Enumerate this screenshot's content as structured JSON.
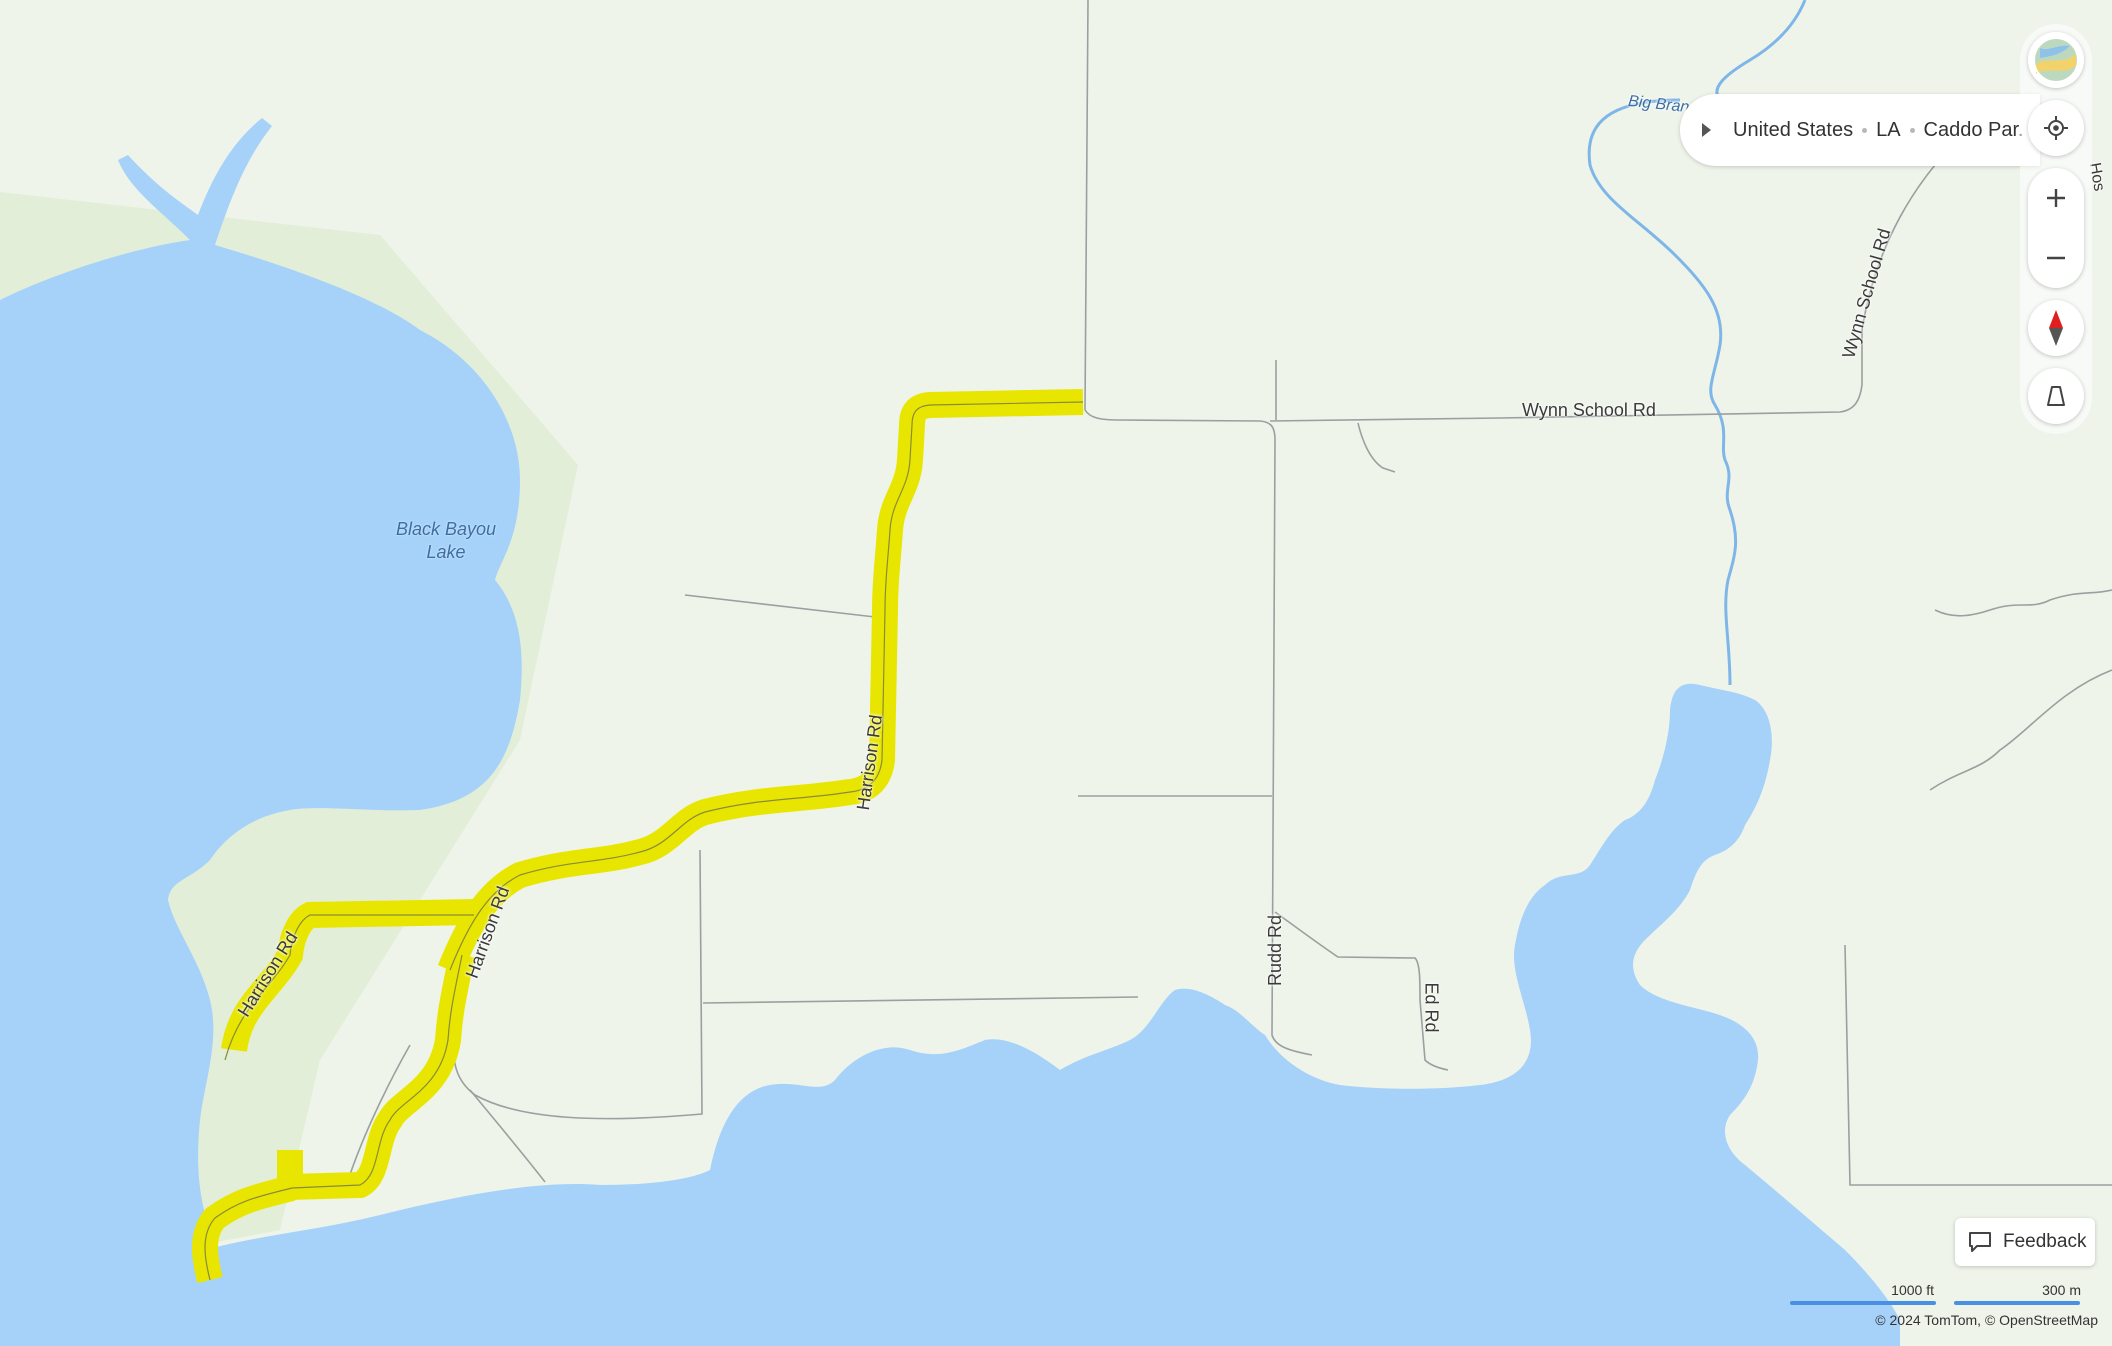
{
  "breadcrumb": {
    "country": "United States",
    "state": "LA",
    "parish": "Caddo Par."
  },
  "labels": {
    "lake": "Black Bayou Lake",
    "stream": "Big Bran",
    "edge_road": "Hos",
    "wynn_school_rd": "Wynn School Rd",
    "wynn_school_rd_north": "Wynn School Rd",
    "harrison_rd_1": "Harrison Rd",
    "harrison_rd_2": "Harrison Rd",
    "harrison_rd_3": "Harrison Rd",
    "rudd_rd": "Rudd Rd",
    "ed_rd": "Ed Rd"
  },
  "controls": {
    "style_icon": "map-style-globe-icon",
    "locate_icon": "crosshair-icon",
    "zoom_in_icon": "plus-icon",
    "zoom_out_icon": "minus-icon",
    "compass_icon": "compass-icon",
    "perspective_icon": "tilt-icon"
  },
  "feedback": {
    "label": "Feedback",
    "icon": "speech-bubble-icon"
  },
  "scale": {
    "imperial": "1000 ft",
    "metric": "300 m"
  },
  "attribution": "© 2024 TomTom, © OpenStreetMap",
  "colors": {
    "land": "#eef4ea",
    "water": "#a6d2f9",
    "forest": "#e2edd9",
    "highlight": "#e8e600",
    "road": "#9aa0a0",
    "river": "#7fb6e8"
  }
}
